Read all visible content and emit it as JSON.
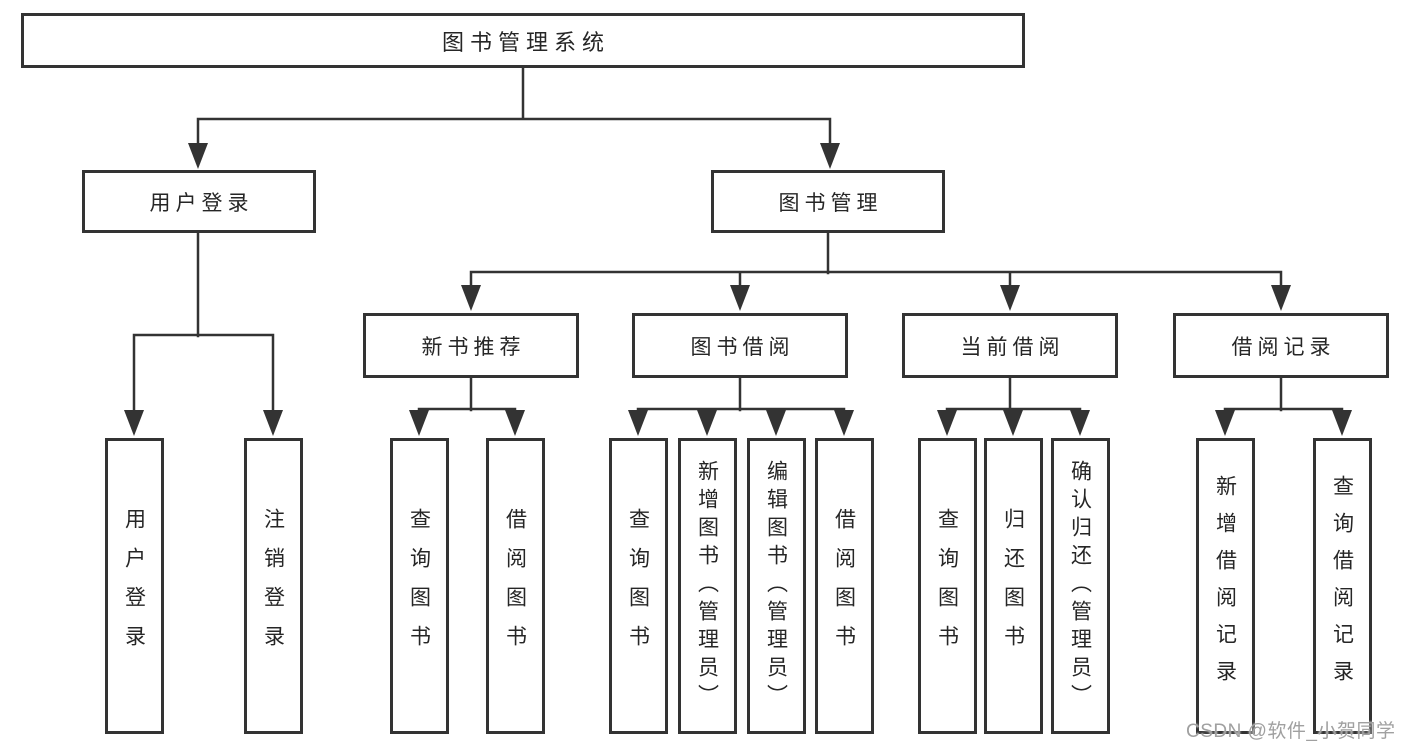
{
  "root": {
    "label": "图书管理系统"
  },
  "branches": {
    "user": {
      "label": "用户登录",
      "children": [
        {
          "label": "用户登录"
        },
        {
          "label": "注销登录"
        }
      ]
    },
    "book": {
      "label": "图书管理",
      "sections": [
        {
          "label": "新书推荐",
          "children": [
            {
              "label": "查询图书"
            },
            {
              "label": "借阅图书"
            }
          ]
        },
        {
          "label": "图书借阅",
          "children": [
            {
              "label": "查询图书"
            },
            {
              "label": "新增图书（管理员）"
            },
            {
              "label": "编辑图书（管理员）"
            },
            {
              "label": "借阅图书"
            }
          ]
        },
        {
          "label": "当前借阅",
          "children": [
            {
              "label": "查询图书"
            },
            {
              "label": "归还图书"
            },
            {
              "label": "确认归还（管理员）"
            }
          ]
        },
        {
          "label": "借阅记录",
          "children": [
            {
              "label": "新增借阅记录"
            },
            {
              "label": "查询借阅记录"
            }
          ]
        }
      ]
    }
  },
  "watermark": {
    "text": "CSDN @软件_小贺同学"
  },
  "colors": {
    "line": "#333333",
    "box_border": "#333333",
    "box_fill": "#ffffff",
    "text": "#262626",
    "watermark": "#a0a0a0",
    "background": "#ffffff"
  }
}
